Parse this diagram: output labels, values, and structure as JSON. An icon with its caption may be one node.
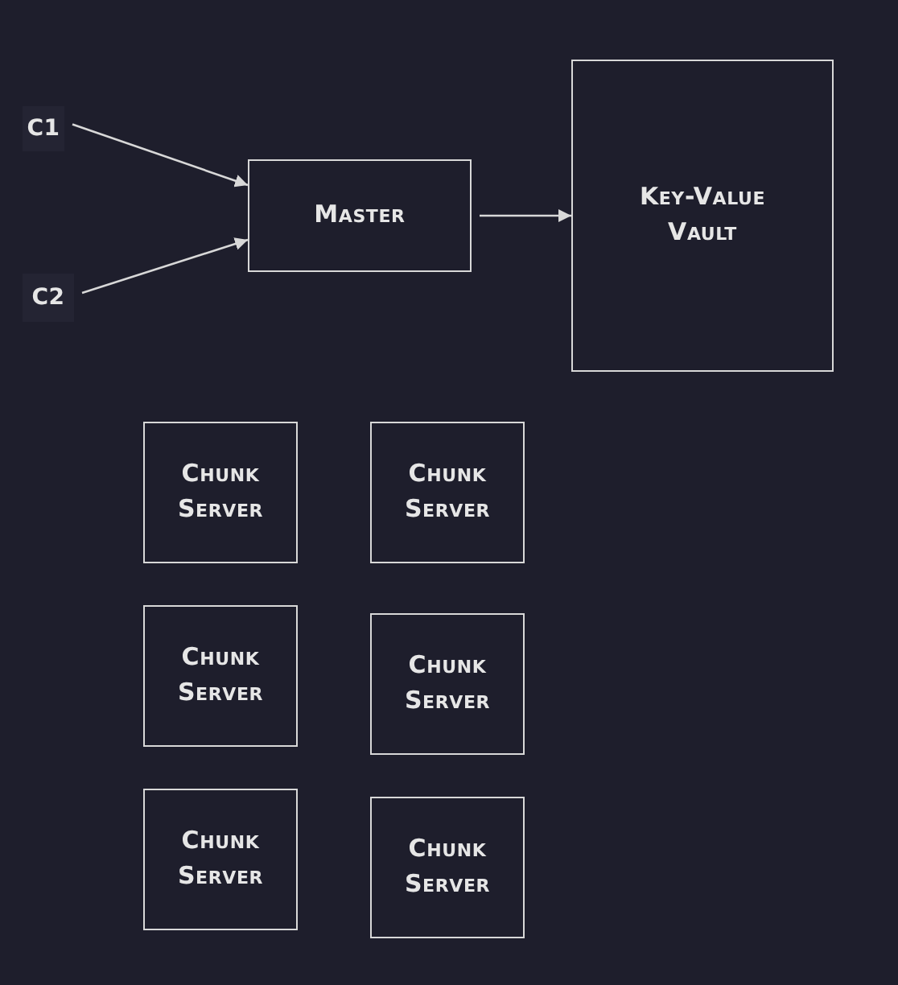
{
  "diagram": {
    "nodes": [
      {
        "text": [
          "C1"
        ]
      },
      {
        "text": [
          "C2"
        ]
      },
      {
        "text": [
          "Master"
        ]
      },
      {
        "text": [
          "Key-Value Vault"
        ]
      },
      {
        "text": [
          "Chunk Server"
        ]
      },
      {
        "text": [
          "Chunk Server"
        ]
      },
      {
        "text": [
          "Chunk Server"
        ]
      },
      {
        "text": [
          "Chunk Server"
        ]
      },
      {
        "text": [
          "Chunk Server"
        ]
      },
      {
        "text": [
          "Chunk Server"
        ]
      }
    ],
    "edges": [
      {
        "from": 0,
        "to": 2,
        "arrow": "to"
      },
      {
        "from": 1,
        "to": 2,
        "arrow": "to"
      },
      {
        "from": 2,
        "to": 3,
        "arrow": "to"
      }
    ]
  }
}
